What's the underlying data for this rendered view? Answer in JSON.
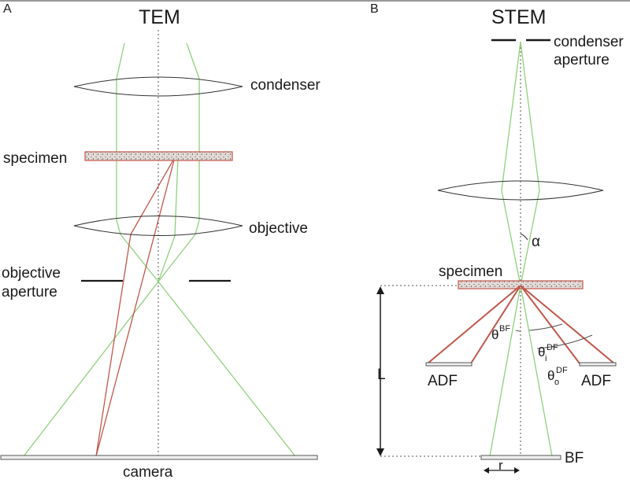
{
  "panel_a": {
    "letter": "A",
    "title": "TEM",
    "labels": {
      "condenser": "condenser",
      "specimen": "specimen",
      "objective": "objective",
      "objective_aperture_1": "objective",
      "objective_aperture_2": "aperture",
      "camera": "camera"
    }
  },
  "panel_b": {
    "letter": "B",
    "title": "STEM",
    "labels": {
      "condenser_aperture_1": "condenser",
      "condenser_aperture_2": "aperture",
      "alpha": "α",
      "specimen": "specimen",
      "theta": "θ",
      "bf_sup": "BF",
      "df_sup": "DF",
      "sub_i": "i",
      "sub_o": "o",
      "adf_left": "ADF",
      "adf_right": "ADF",
      "L": "L",
      "bf_detector": "BF",
      "r": "r"
    }
  },
  "colors": {
    "ray_green": "#8fd07c",
    "ray_red": "#c0574b",
    "line": "#333333",
    "specimen_fill": "#d8d0cc",
    "specimen_stroke": "#c0574b"
  }
}
